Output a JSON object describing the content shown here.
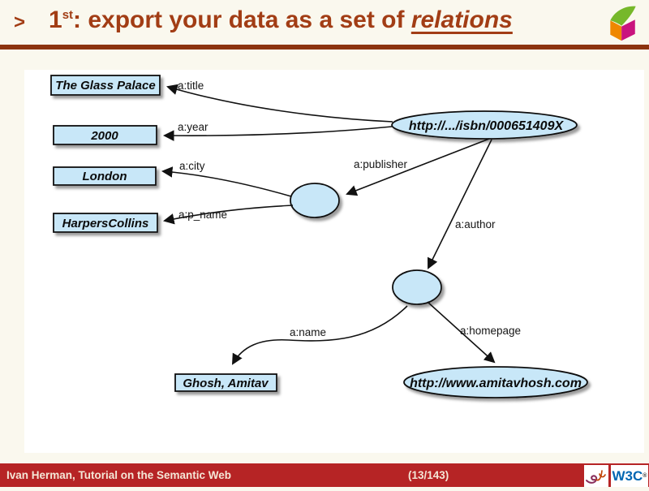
{
  "slide": {
    "bullet": ">",
    "title": {
      "number": "1",
      "superscript": "st",
      "rest": ": export your data as a set of ",
      "emphasis": "relations"
    }
  },
  "diagram": {
    "literals": [
      {
        "label": "The Glass Palace"
      },
      {
        "label": "2000"
      },
      {
        "label": "London"
      },
      {
        "label": "HarpersCollins"
      },
      {
        "label": "Ghosh, Amitav"
      }
    ],
    "resources": [
      {
        "label": "http://.../isbn/000651409X"
      },
      {
        "label": "http://www.amitavhosh.com"
      }
    ],
    "predicates": [
      {
        "label": "a:title"
      },
      {
        "label": "a:year"
      },
      {
        "label": "a:city"
      },
      {
        "label": "a:p_name"
      },
      {
        "label": "a:publisher"
      },
      {
        "label": "a:author"
      },
      {
        "label": "a:name"
      },
      {
        "label": "a:homepage"
      }
    ]
  },
  "footer": {
    "credit": "Ivan Herman, Tutorial on the Semantic Web",
    "page": "(13/143)",
    "w3c_label": "W3C",
    "w3c_reg": "®"
  },
  "colors": {
    "title_text": "#A23D15",
    "title_rule": "#8C330F",
    "node_fill": "#C8E7F8",
    "node_stroke": "#111111",
    "footer_bar": "#B62425",
    "footer_text": "#F4E7D7",
    "w3c_blue": "#0066B2",
    "cube_orange": "#EF8700",
    "cube_magenta": "#C9147E",
    "cube_green": "#76B82A"
  }
}
